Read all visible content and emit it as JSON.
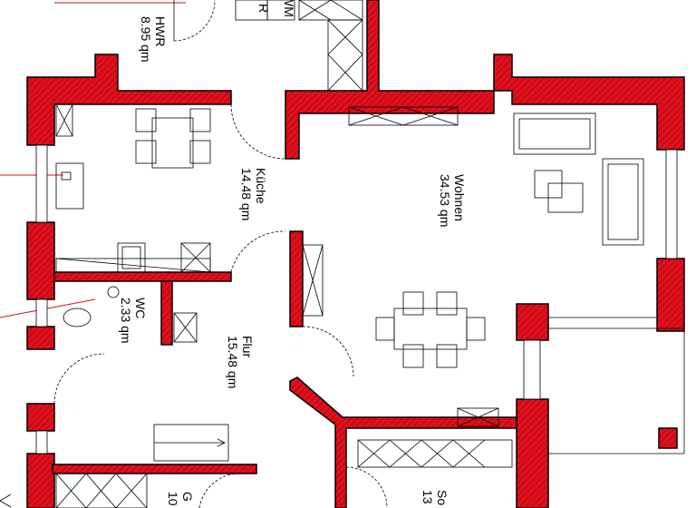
{
  "plan": {
    "colors": {
      "wall": "#e0101c",
      "hatch": "#7a0008",
      "line": "#000000",
      "marker": "#d01020"
    },
    "rooms": [
      {
        "name": "HWR",
        "area": "8.95 qm"
      },
      {
        "name": "Küche",
        "area": "14.48 qm"
      },
      {
        "name": "Wohnen",
        "area": "34.53 qm"
      },
      {
        "name": "WC",
        "area": "2.33 qm"
      },
      {
        "name": "Flur",
        "area": "15.48 qm"
      },
      {
        "name": "G",
        "area": "10"
      },
      {
        "name": "So",
        "area": "13"
      }
    ],
    "appliances": {
      "dryer": "R",
      "washer": "WM"
    }
  }
}
